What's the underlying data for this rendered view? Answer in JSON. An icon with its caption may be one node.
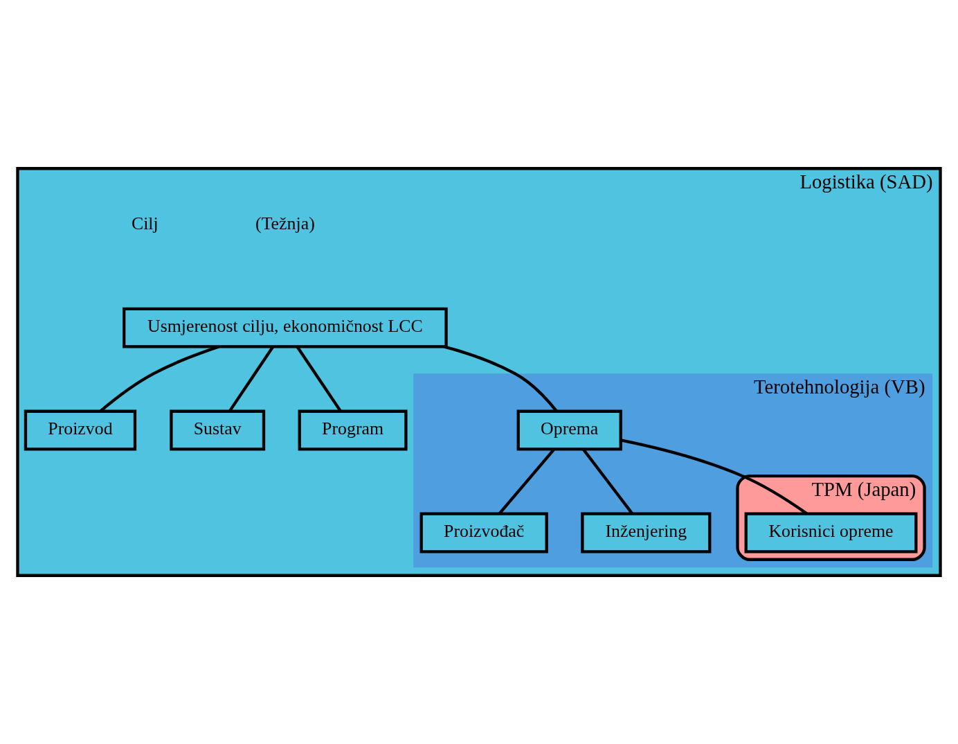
{
  "diagram": {
    "nodes": [
      {
        "text": [
          "Logistika (SAD)"
        ]
      },
      {
        "text": [
          "Usmjerenost cilju, ekonomičnost LCC"
        ],
        "in": 0
      },
      {
        "text": [
          "Proizvod"
        ],
        "in": 0
      },
      {
        "text": [
          "Sustav"
        ],
        "in": 0
      },
      {
        "text": [
          "Program"
        ],
        "in": 0
      },
      {
        "text": [
          "Terotehnologija (VB)"
        ],
        "in": 0
      },
      {
        "text": [
          "Oprema"
        ],
        "in": 5
      },
      {
        "text": [
          "Proizvođač"
        ],
        "in": 5
      },
      {
        "text": [
          "Inženjering"
        ],
        "in": 5
      },
      {
        "text": [
          "TPM (Japan)"
        ],
        "in": 5
      },
      {
        "text": [
          "Korisnici opreme"
        ],
        "in": 9
      }
    ],
    "edges": [
      {
        "from": 1,
        "to": 2,
        "arrow": "none"
      },
      {
        "from": 1,
        "to": 3,
        "arrow": "none"
      },
      {
        "from": 1,
        "to": 4,
        "arrow": "none"
      },
      {
        "from": 1,
        "to": 6,
        "arrow": "none"
      },
      {
        "from": 6,
        "to": 7,
        "arrow": "none"
      },
      {
        "from": 6,
        "to": 8,
        "arrow": "none"
      },
      {
        "from": 6,
        "to": 10,
        "arrow": "none"
      }
    ],
    "labels": [
      "(Težnja)",
      "Cilj"
    ]
  }
}
